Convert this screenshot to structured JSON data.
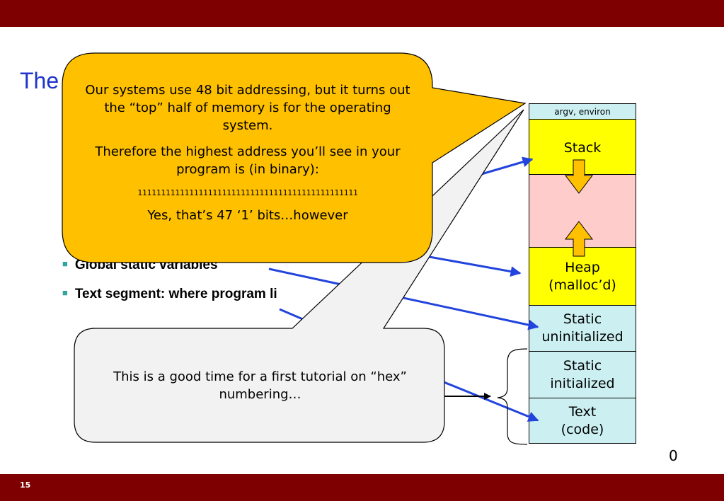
{
  "slide": {
    "title": "The",
    "slide_number": "15"
  },
  "bullets": [
    "Global static variables",
    "Text segment: where program li"
  ],
  "memory": {
    "segments": [
      {
        "label": "argv, environ",
        "color": "#ccf0f2"
      },
      {
        "label": "Stack",
        "color": "#ffff00"
      },
      {
        "label": "",
        "color": "#ffcccc"
      },
      {
        "label": "Heap\n(malloc’d)",
        "color": "#ffff00"
      },
      {
        "label": "Static\nuninitialized",
        "color": "#ccf0f2"
      },
      {
        "label": "Static\ninitialized",
        "color": "#ccf0f2"
      },
      {
        "label": "Text\n(code)",
        "color": "#ccf0f2"
      }
    ],
    "bottom_address": "0"
  },
  "callouts": {
    "yellow": {
      "line1": "Our systems use 48 bit addressing, but it turns out the “top” half of memory is for the operating system.",
      "line2": "Therefore the highest address you’ll see in your program is (in binary):",
      "bits": "11111111111111111111111111111111111111111111111",
      "line3": "Yes, that’s 47 ‘1’ bits…however",
      "color": "#ffc000"
    },
    "grey": {
      "text": "This is a good time for a first tutorial on “hex” numbering…",
      "color": "#f2f2f2"
    }
  },
  "colors": {
    "banner": "#7f0000",
    "title": "#1f33cc",
    "arrows": "#2244dd",
    "bullet_marker": "#2fa7a0"
  }
}
